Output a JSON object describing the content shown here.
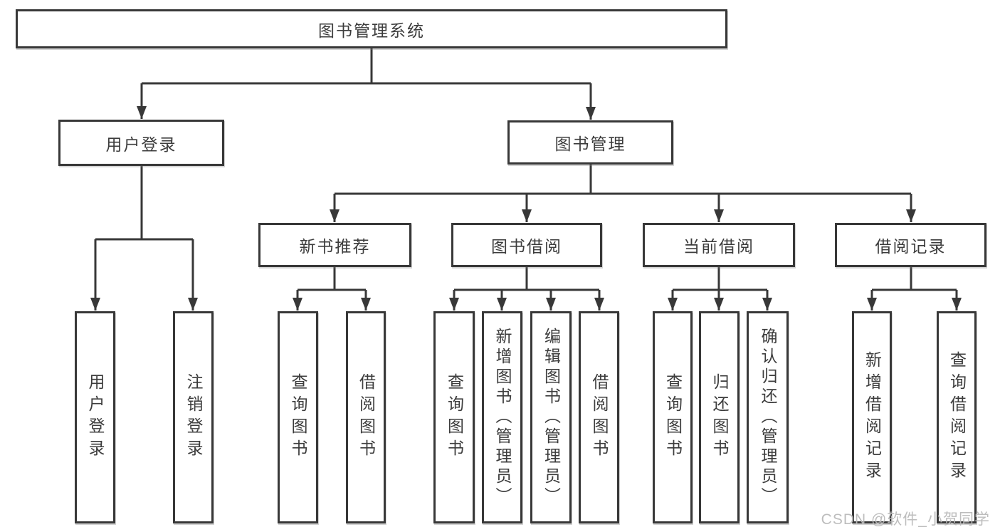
{
  "tree": {
    "root": {
      "label": "图书管理系统"
    },
    "login": {
      "label": "用户登录",
      "children": [
        {
          "label": "用户登录"
        },
        {
          "label": "注销登录"
        }
      ]
    },
    "management": {
      "label": "图书管理",
      "children": [
        {
          "label": "新书推荐",
          "children": [
            {
              "label": "查询图书"
            },
            {
              "label": "借阅图书"
            }
          ]
        },
        {
          "label": "图书借阅",
          "children": [
            {
              "label": "查询图书"
            },
            {
              "label": "新增图书（管理员）"
            },
            {
              "label": "编辑图书（管理员）"
            },
            {
              "label": "借阅图书"
            }
          ]
        },
        {
          "label": "当前借阅",
          "children": [
            {
              "label": "查询图书"
            },
            {
              "label": "归还图书"
            },
            {
              "label": "确认归还（管理员）"
            }
          ]
        },
        {
          "label": "借阅记录",
          "children": [
            {
              "label": "新增借阅记录"
            },
            {
              "label": "查询借阅记录"
            }
          ]
        }
      ]
    }
  },
  "watermark": {
    "text": "CSDN @软件_小贺同学"
  },
  "colors": {
    "line": "#383838",
    "box_background": "#ffffff",
    "text": "#3c3c3c",
    "watermark": "#b9b9b9"
  }
}
